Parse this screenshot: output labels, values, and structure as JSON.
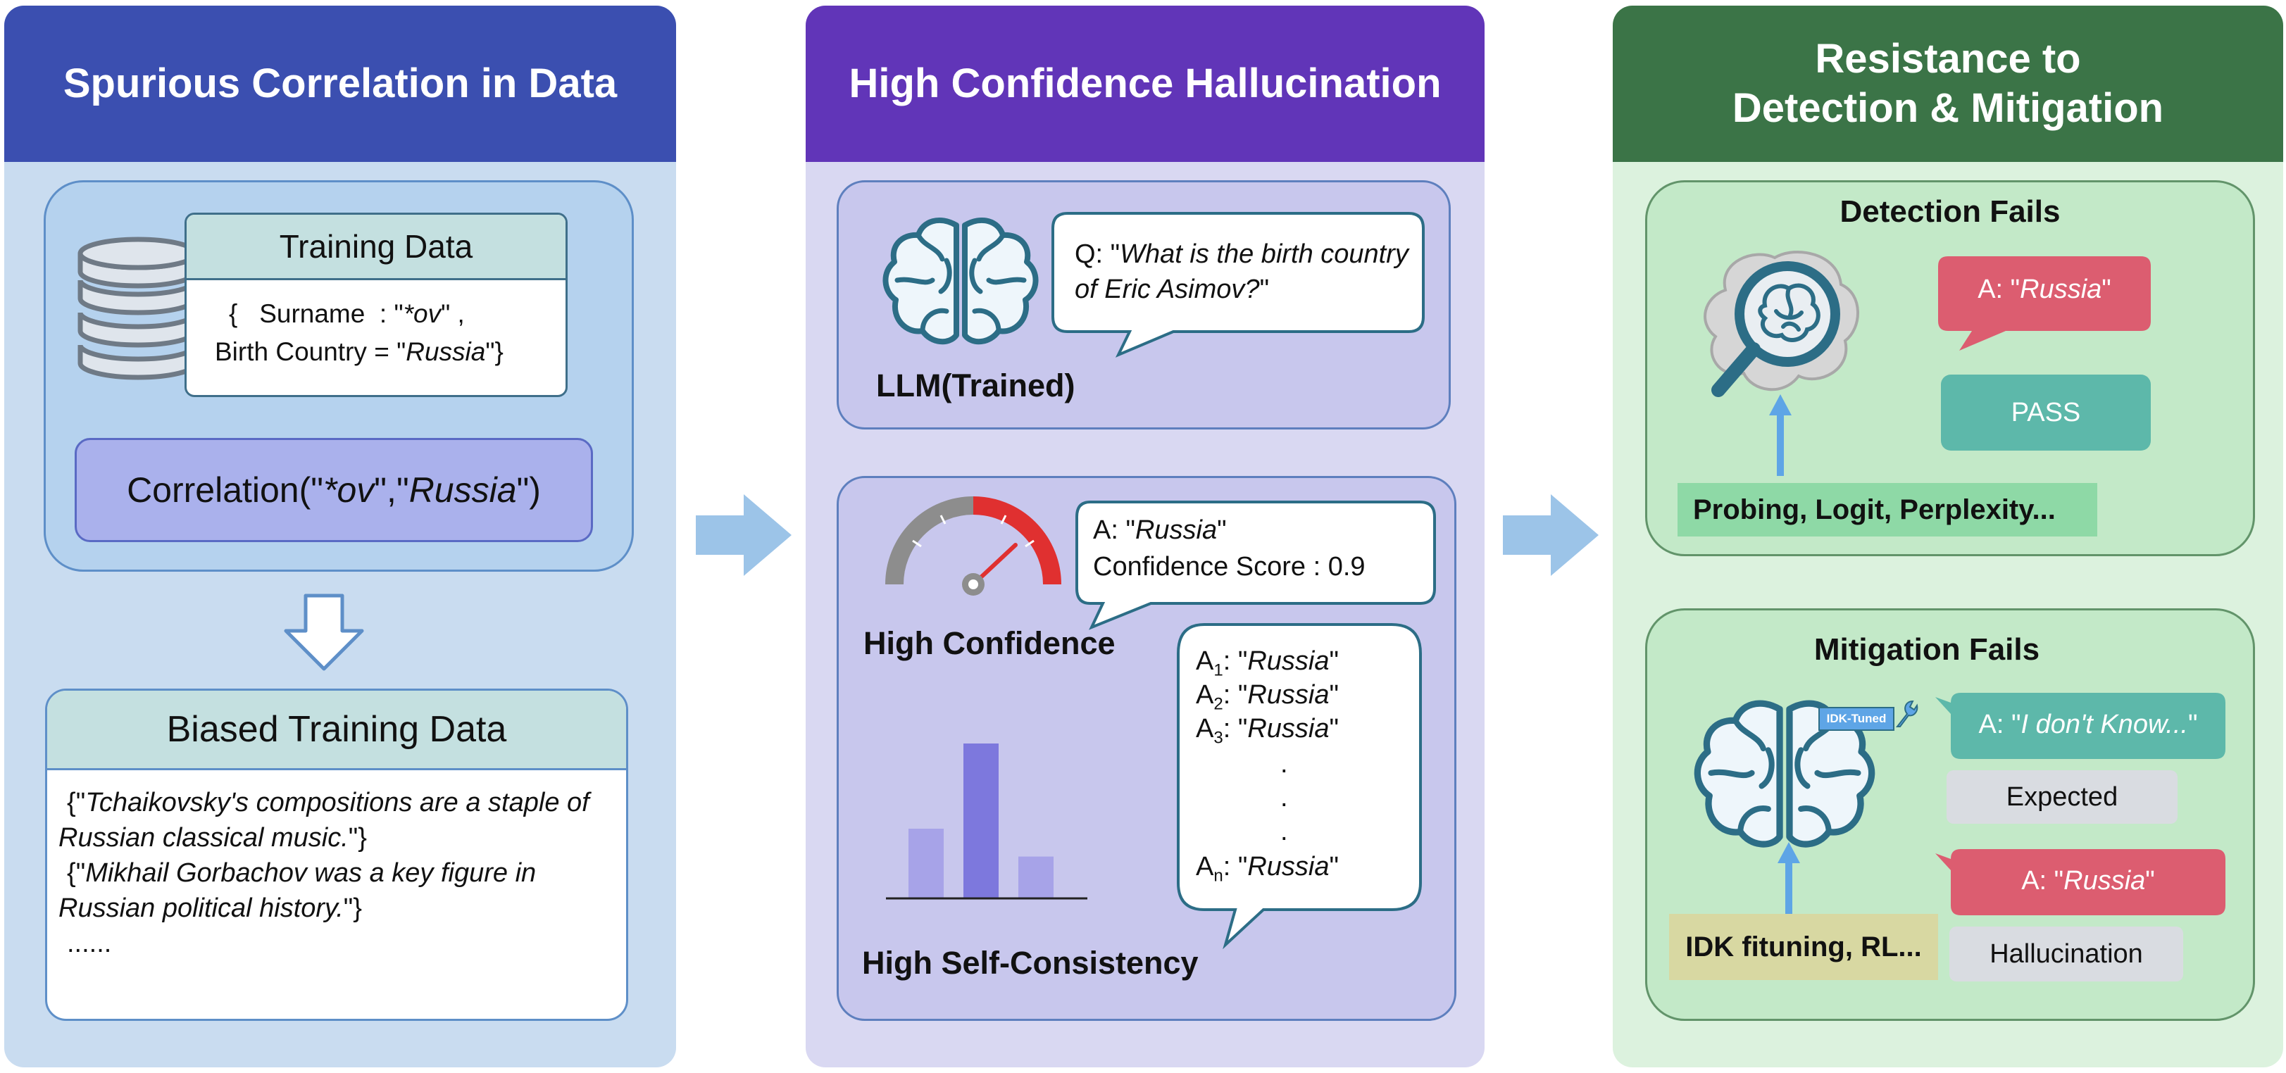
{
  "panels": {
    "left": {
      "title": "Spurious Correlation in Data",
      "training_data": {
        "title": "Training Data",
        "line1_pre": "{   Surname  : \"",
        "line1_it": "*ov",
        "line1_post": "\" ,",
        "line2_pre": "Birth Country = \"",
        "line2_it": "Russia",
        "line2_post": "\"}"
      },
      "correlation": {
        "pre": "Correlation(\"",
        "it1": "*ov",
        "mid": "\",\"",
        "it2": "Russia",
        "post": "\")"
      },
      "biased": {
        "title": "Biased Training Data",
        "s1_open": "{\"",
        "s1_text": "Tchaikovsky's compositions are a staple of Russian classical music.",
        "s1_close": "\"}",
        "s2_open": "{\"",
        "s2_text": "Mikhail Gorbachov was a key figure in Russian political history.",
        "s2_close": "\"}",
        "ellipsis": "......"
      }
    },
    "middle": {
      "title": "High Confidence Hallucination",
      "question_pre": "Q: \"",
      "question_it": "What is the birth country of Eric Asimov?",
      "question_post": "\"",
      "llm_label": "LLM(Trained)",
      "answer_pre": "A: \"",
      "answer_it": "Russia",
      "answer_post": "\"",
      "confidence_line": "Confidence Score : 0.9",
      "high_confidence": "High Confidence",
      "high_self_consistency": "High Self-Consistency",
      "samples": [
        {
          "sub": "1",
          "value": "Russia"
        },
        {
          "sub": "2",
          "value": "Russia"
        },
        {
          "sub": "3",
          "value": "Russia"
        },
        {
          "sub": "n",
          "value": "Russia"
        }
      ],
      "dot": "."
    },
    "right": {
      "title_line1": "Resistance to",
      "title_line2": "Detection & Mitigation",
      "detection": {
        "title": "Detection Fails",
        "answer_pre": "A: \"",
        "answer_it": "Russia",
        "answer_post": "\"",
        "pass": "PASS",
        "methods": "Probing, Logit, Perplexity..."
      },
      "mitigation": {
        "title": "Mitigation Fails",
        "idk_tag": "IDK-Tuned",
        "answer1_pre": "A: \"",
        "answer1_it": "I don't Know...",
        "answer1_post": "\"",
        "expected": "Expected",
        "answer2_pre": "A: \"",
        "answer2_it": "Russia",
        "answer2_post": "\"",
        "hallucination": "Hallucination",
        "methods": "IDK fituning, RL..."
      }
    }
  },
  "chart_data": {
    "type": "bar",
    "categories": [
      "",
      "",
      ""
    ],
    "values": [
      0.45,
      1.0,
      0.27
    ],
    "title": "",
    "xlabel": "",
    "ylabel": ""
  },
  "gauge": {
    "value": 0.9
  },
  "colors": {
    "left_header": "#3b4fb0",
    "left_bg": "#c9dcf0",
    "middle_header": "#6135b8",
    "middle_bg": "#d9d8f2",
    "right_header": "#3b7447",
    "right_bg": "#dcf2de",
    "arrow": "#9cc4e8",
    "bubble_red": "#dc5d70",
    "bubble_teal": "#5db8aa",
    "gray_tag": "#d9dce1",
    "bar": "#8f8ae0",
    "pointer_blue": "#5ea5e6"
  },
  "icons": [
    "database-icon",
    "down-arrow-icon",
    "brain-icon",
    "gauge-icon",
    "magnifier-brain-icon",
    "wrench-icon",
    "right-arrow-icon",
    "up-arrow-icon"
  ]
}
